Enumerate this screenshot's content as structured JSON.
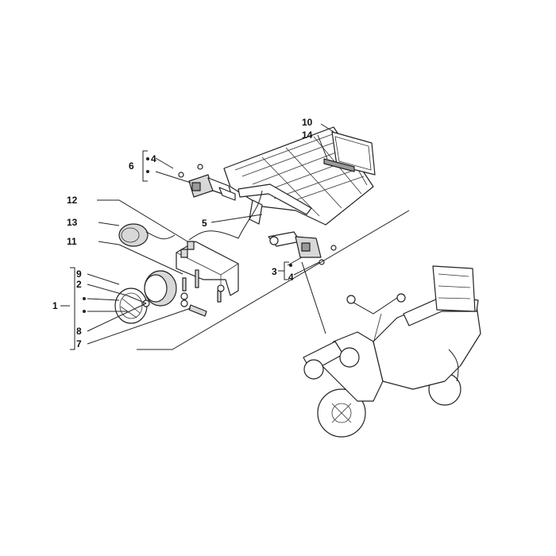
{
  "labels": {
    "l10": "10",
    "l14": "14",
    "l6": "6",
    "l4a": "4",
    "l12": "12",
    "l13": "13",
    "l5": "5",
    "l11": "11",
    "l3": "3",
    "l4b": "4",
    "l9": "9",
    "l2": "2",
    "l1": "1",
    "l8": "8",
    "l7": "7"
  },
  "colors": {
    "ink": "#222222",
    "background": "#ffffff"
  }
}
